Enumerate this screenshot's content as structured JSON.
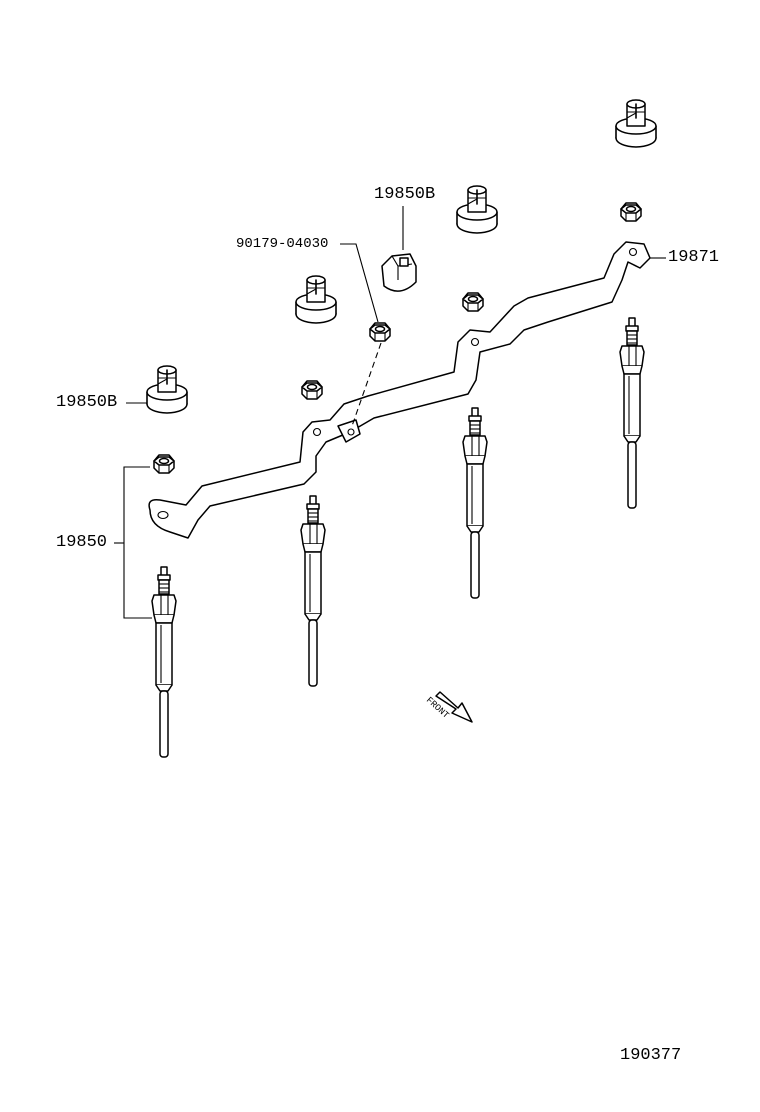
{
  "labels": {
    "bushing_upper": "19850B",
    "bushing_left": "19850B",
    "nut_part": "90179-04030",
    "connector": "19871",
    "glow_plug": "19850",
    "front": "FRONT",
    "diagram_number": "190377"
  }
}
